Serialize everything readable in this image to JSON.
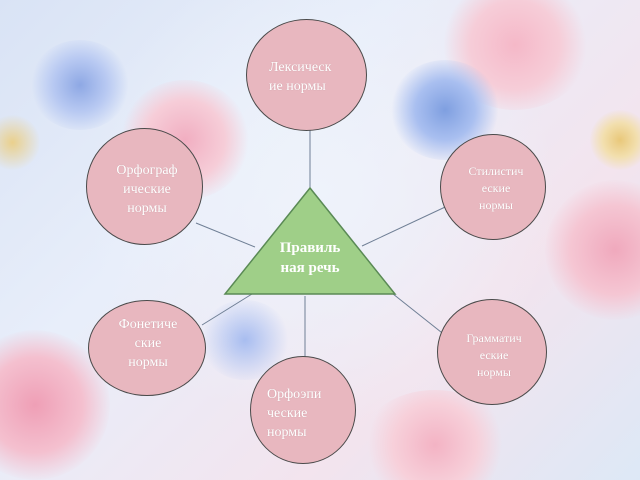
{
  "center": {
    "label": "Правиль\nная речь"
  },
  "nodes": [
    {
      "id": "lexical",
      "label": "Лексическ\nие нормы"
    },
    {
      "id": "stylistic",
      "label": "Стилистич\nеские\nнормы"
    },
    {
      "id": "grammatical",
      "label": "Грамматич\nеские\nнормы"
    },
    {
      "id": "orthoepic",
      "label": "Орфоэпи\nческие\nнормы"
    },
    {
      "id": "phonetic",
      "label": "Фонетиче\nские\nнормы"
    },
    {
      "id": "orthographic",
      "label": "Орфограф\nические\nнормы"
    }
  ],
  "colors": {
    "node_fill": "#e8b7bf",
    "node_border": "#4a4a4a",
    "triangle_fill": "#9fcf88",
    "triangle_border": "#5a8a55",
    "connector": "#6f7f95",
    "label_text": "#ffffff"
  }
}
